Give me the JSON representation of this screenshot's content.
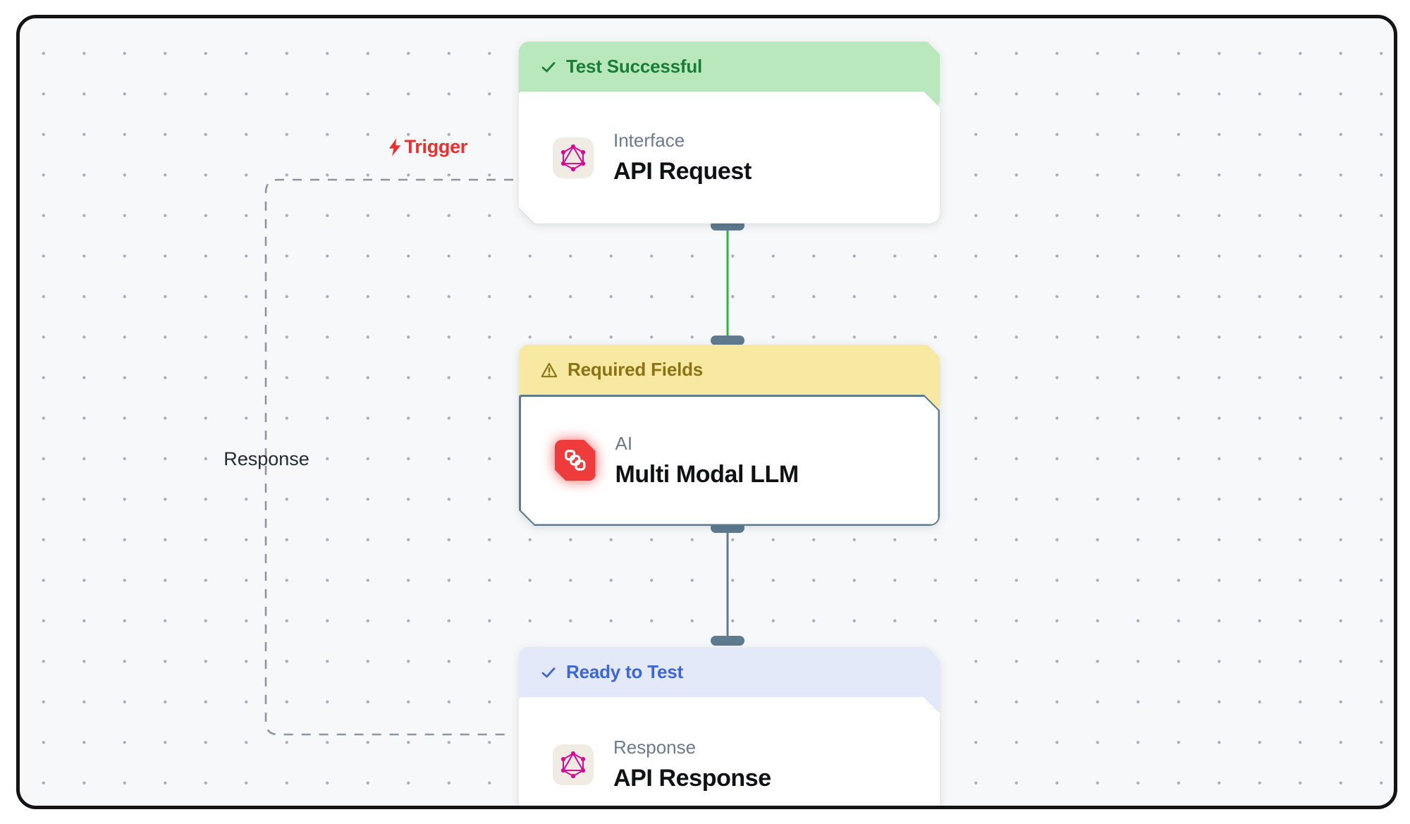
{
  "canvas": {
    "background": "#f7f8f9",
    "frame_border_color": "#141414",
    "dot_color": "#aab0b8"
  },
  "nodes": [
    {
      "id": "api-request",
      "status": {
        "label": "Test Successful",
        "icon": "check-icon",
        "bg": "#b9e8bd",
        "text_color": "#177d37"
      },
      "category": "Interface",
      "title": "API Request",
      "icon": "graphql-icon"
    },
    {
      "id": "multi-modal-llm",
      "status": {
        "label": "Required Fields",
        "icon": "warning-icon",
        "bg": "#f8e9a2",
        "text_color": "#8b7315"
      },
      "category": "AI",
      "title": "Multi Modal LLM",
      "icon": "chain-link-icon",
      "selected_border_color": "#5e7b90"
    },
    {
      "id": "api-response",
      "status": {
        "label": "Ready to Test",
        "icon": "check-icon",
        "bg": "#e4e9f9",
        "text_color": "#3c66d9"
      },
      "category": "Response",
      "title": "API Response",
      "icon": "graphql-icon"
    }
  ],
  "edges": {
    "trigger_label": "Trigger",
    "trigger_color": "#ee2e2c",
    "response_label": "Response",
    "success_line_color": "#2db53e",
    "pending_line_color": "#5e7b90",
    "dashed_line_color": "#8e959e",
    "handle_color": "#5e7b90"
  },
  "palette": {
    "graphql_pink": "#d60b96",
    "icon_tile_beige": "#f0ebe3",
    "red_icon_bg": "#ee3b3b",
    "category_text": "#6b7a8f",
    "title_text": "#101114"
  }
}
